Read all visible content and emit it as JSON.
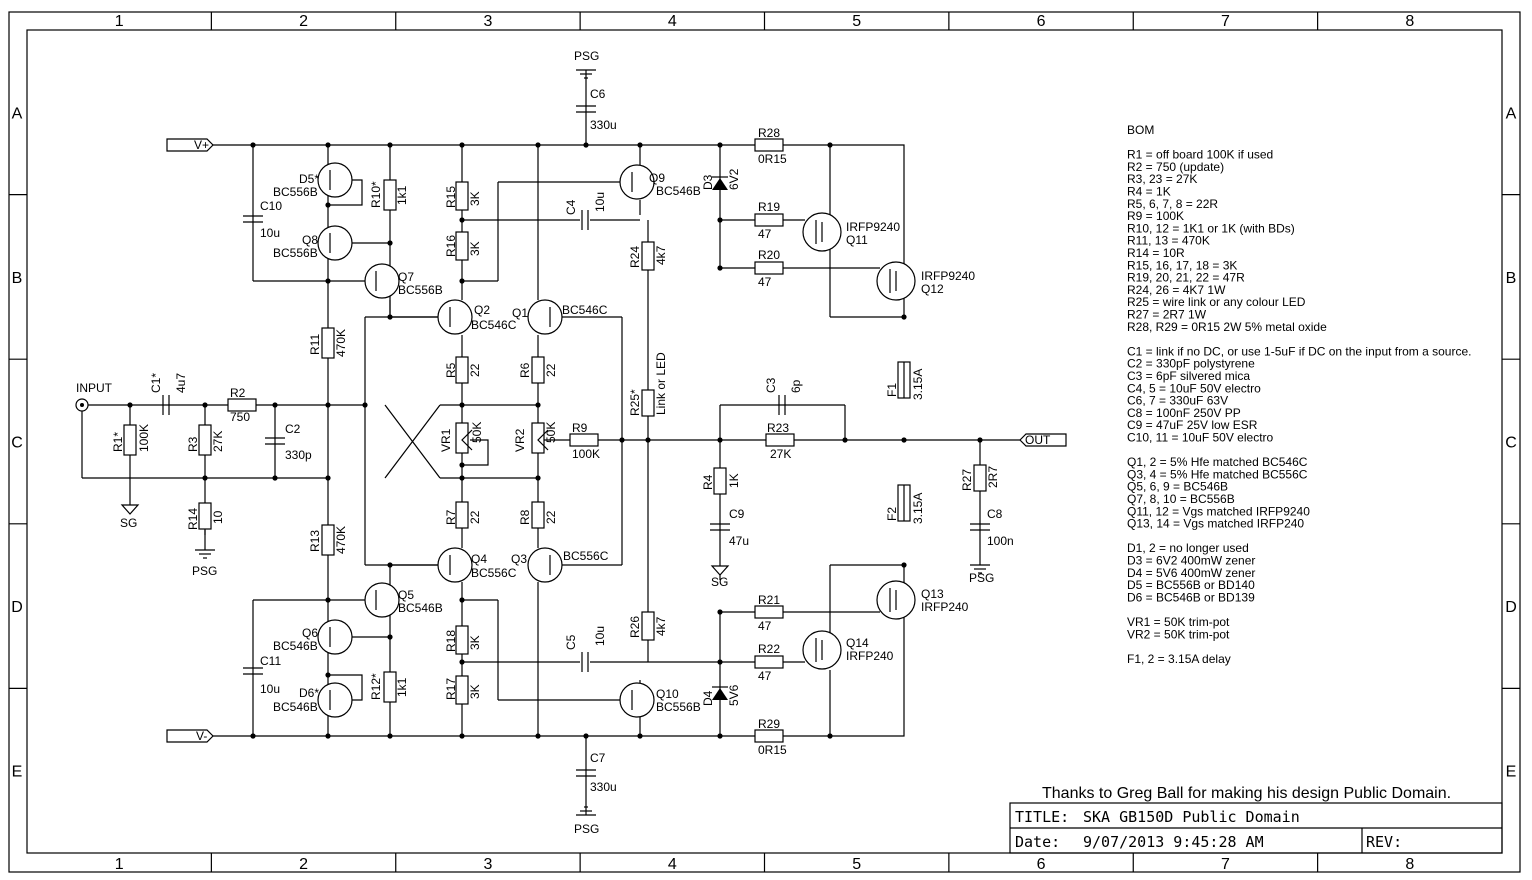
{
  "grid": {
    "columns": [
      "1",
      "2",
      "3",
      "4",
      "5",
      "6",
      "7",
      "8"
    ],
    "rows": [
      "A",
      "B",
      "C",
      "D",
      "E"
    ]
  },
  "rails": {
    "vplus": "V+",
    "vminus": "V-",
    "out": "OUT",
    "input": "INPUT",
    "psg": "PSG",
    "sg": "SG"
  },
  "labels": {
    "C6": "C6",
    "C6v": "330u",
    "C7": "C7",
    "C7v": "330u",
    "R28": "R28",
    "R28v": "0R15",
    "R29": "R29",
    "R29v": "0R15",
    "D5": "D5*",
    "D5t": "BC556B",
    "D6": "D6*",
    "D6t": "BC546B",
    "R10": "R10*",
    "R10v": "1k1",
    "R12": "R12*",
    "R12v": "1k1",
    "C10": "C10",
    "C10v": "10u",
    "C11": "C11",
    "C11v": "10u",
    "Q8": "Q8",
    "Q8t": "BC556B",
    "Q6": "Q6",
    "Q6t": "BC546B",
    "Q7": "Q7",
    "Q7t": "BC556B",
    "Q5": "Q5",
    "Q5t": "BC546B",
    "R15": "R15",
    "R15v": "3K",
    "R16": "R16",
    "R16v": "3K",
    "R17": "R17",
    "R17v": "3K",
    "R18": "R18",
    "R18v": "3K",
    "C4": "C4",
    "C4v": "10u",
    "C5": "C5",
    "C5v": "10u",
    "Q9": "Q9",
    "Q9t": "BC546B",
    "Q10": "Q10",
    "Q10t": "BC556B",
    "D3": "D3",
    "D3v": "6V2",
    "D4": "D4",
    "D4v": "5V6",
    "R19": "R19",
    "R19v": "47",
    "R20": "R20",
    "R20v": "47",
    "R21": "R21",
    "R21v": "47",
    "R22": "R22",
    "R22v": "47",
    "Q11": "Q11",
    "Q11t": "IRFP9240",
    "Q12": "Q12",
    "Q12t": "IRFP9240",
    "Q13": "Q13",
    "Q13t": "IRFP240",
    "Q14": "Q14",
    "Q14t": "IRFP240",
    "R24": "R24",
    "R24v": "4k7",
    "R26": "R26",
    "R26v": "4k7",
    "R11": "R11",
    "R11v": "470K",
    "R13": "R13",
    "R13v": "470K",
    "Q2": "Q2",
    "Q2t": "BC546C",
    "Q1": "Q1",
    "Q1t": "BC546C",
    "Q4": "Q4",
    "Q4t": "BC556C",
    "Q3": "Q3",
    "Q3t": "BC556C",
    "R5": "R5",
    "R5v": "22",
    "R6": "R6",
    "R6v": "22",
    "R7": "R7",
    "R7v": "22",
    "R8": "R8",
    "R8v": "22",
    "VR1": "VR1",
    "VR1v": "50K",
    "VR2": "VR2",
    "VR2v": "50K",
    "R9": "R9",
    "R9v": "100K",
    "R25": "R25*",
    "R25v": "Link or LED",
    "C3": "C3",
    "C3v": "6p",
    "R23": "R23",
    "R23v": "27K",
    "F1": "F1",
    "F1v": "3.15A",
    "F2": "F2",
    "F2v": "3.15A",
    "R4": "R4",
    "R4v": "1K",
    "C9": "C9",
    "C9v": "47u",
    "R27": "R27",
    "R27v": "2R7",
    "C8": "C8",
    "C8v": "100n",
    "C1": "C1*",
    "C1v": "4u7",
    "R2": "R2",
    "R2v": "750",
    "R1": "R1*",
    "R1v": "100K",
    "R3": "R3",
    "R3v": "27K",
    "C2": "C2",
    "C2v": "330p",
    "R14": "R14",
    "R14v": "10"
  },
  "bom": [
    "BOM",
    "",
    "R1 = off board 100K if used",
    "R2 = 750  (update)",
    "R3, 23 = 27K",
    "R4 = 1K",
    "R5, 6, 7, 8 = 22R",
    "R9 = 100K",
    "R10, 12 = 1K1 or 1K (with BDs)",
    "R11, 13 = 470K",
    "R14 = 10R",
    "R15, 16, 17, 18 = 3K",
    "R19, 20, 21, 22 = 47R",
    "R24, 26 = 4K7 1W",
    "R25 = wire link or any colour LED",
    "R27 = 2R7 1W",
    "R28, R29 = 0R15 2W 5% metal oxide",
    "",
    "C1 = link if no DC, or use 1-5uF if DC on the input from a source.",
    "C2 = 330pF polystyrene",
    "C3 = 6pF silvered mica",
    "C4, 5 = 10uF 50V electro",
    "C6, 7 = 330uF 63V",
    "C8 = 100nF 250V PP",
    "C9 = 47uF 25V low ESR",
    "C10, 11 = 10uF 50V electro",
    "",
    "Q1, 2 = 5% Hfe matched BC546C",
    "Q3, 4 = 5% Hfe matched BC556C",
    "Q5, 6, 9 = BC546B",
    "Q7, 8, 10 = BC556B",
    "Q11, 12 = Vgs matched IRFP9240",
    "Q13, 14 = Vgs matched IRFP240",
    "",
    "D1, 2 = no longer used",
    "D3 = 6V2 400mW zener",
    "D4 = 5V6 400mW zener",
    "D5 = BC556B or BD140",
    "D6 = BC546B or BD139",
    "",
    "VR1 = 50K trim-pot",
    "VR2 = 50K trim-pot",
    "",
    "F1, 2 = 3.15A delay"
  ],
  "credit": "Thanks to Greg Ball for making his design Public Domain.",
  "titleblock": {
    "title_label": "TITLE:",
    "title": "SKA GB150D Public Domain",
    "date_label": "Date:",
    "date": "9/07/2013 9:45:28 AM",
    "rev_label": "REV:",
    "rev": ""
  }
}
